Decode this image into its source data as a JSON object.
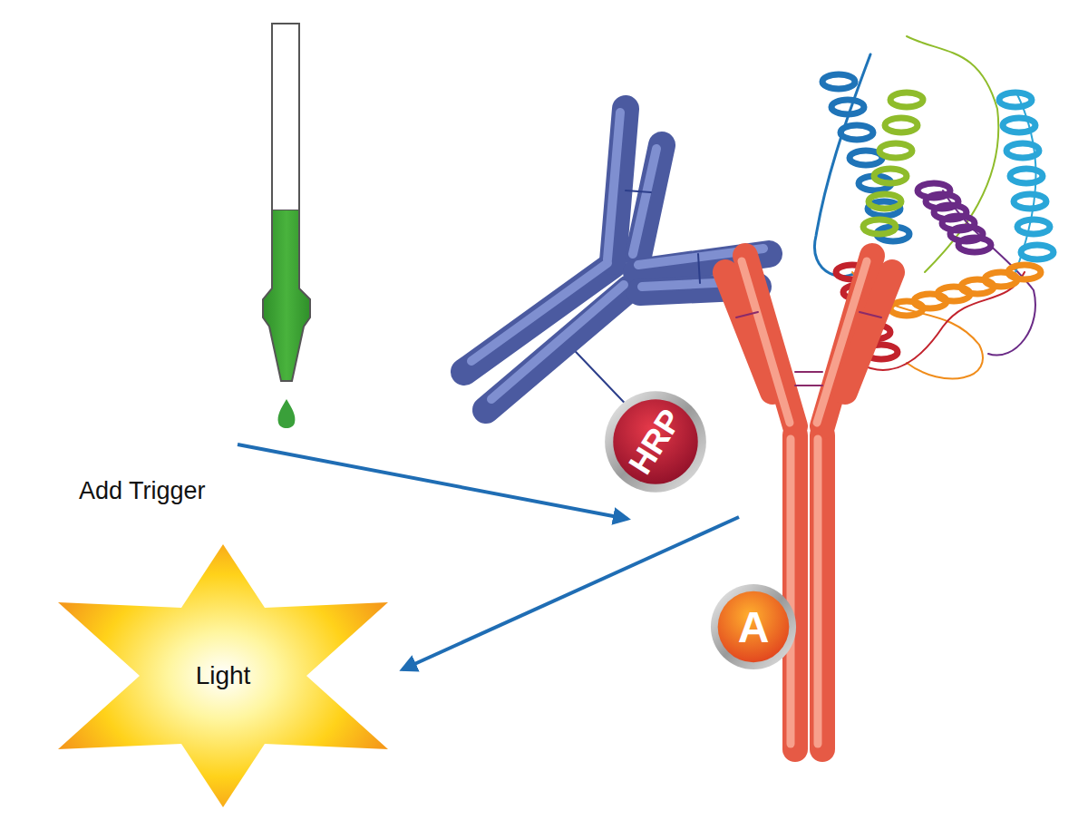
{
  "diagram": {
    "nodes": [
      {
        "text": [
          "HRP"
        ]
      },
      {
        "text": [
          "A"
        ]
      },
      {
        "text": [
          "Light"
        ]
      }
    ],
    "labels": [
      "Add Trigger"
    ]
  }
}
